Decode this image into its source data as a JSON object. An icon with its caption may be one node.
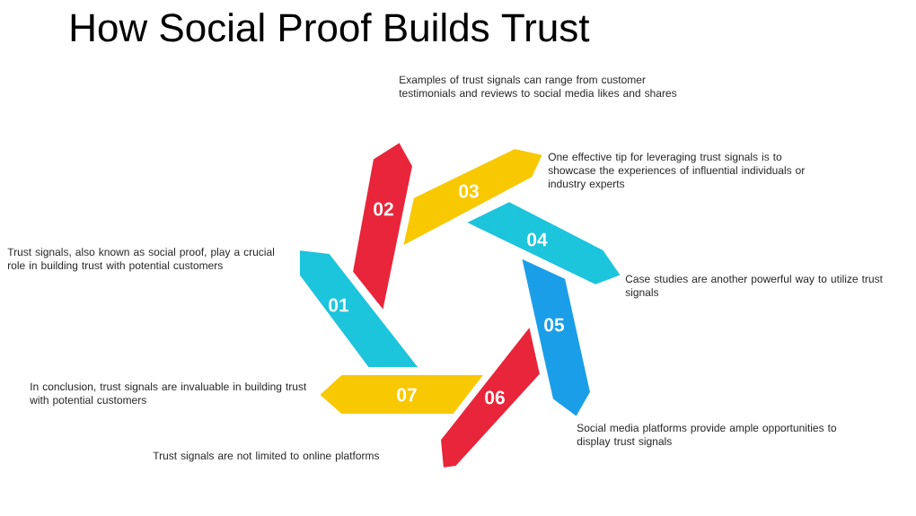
{
  "diagram": {
    "title": "How Social Proof Builds Trust",
    "nodes": [
      {
        "text": [
          "01"
        ],
        "beside": [
          "Trust signals, also known as social proof, play a crucial role in building trust with potential customers"
        ]
      },
      {
        "text": [
          "02"
        ]
      },
      {
        "text": [
          "03"
        ],
        "beside": [
          "One effective tip for leveraging trust signals is to showcase the experiences of influential individuals or industry experts"
        ]
      },
      {
        "text": [
          "04"
        ],
        "beside": [
          "Case studies are another powerful way to utilize trust signals"
        ]
      },
      {
        "text": [
          "05"
        ],
        "beside": [
          "Social media platforms provide ample opportunities to display trust signals"
        ]
      },
      {
        "text": [
          "06"
        ]
      },
      {
        "text": [
          "07"
        ],
        "beside": [
          "In conclusion, trust signals are invaluable in building trust with potential customers"
        ]
      }
    ],
    "labels": [
      "Examples of trust signals can range from customer testimonials and reviews to social media likes and shares",
      "Trust signals are not limited to online platforms"
    ]
  }
}
